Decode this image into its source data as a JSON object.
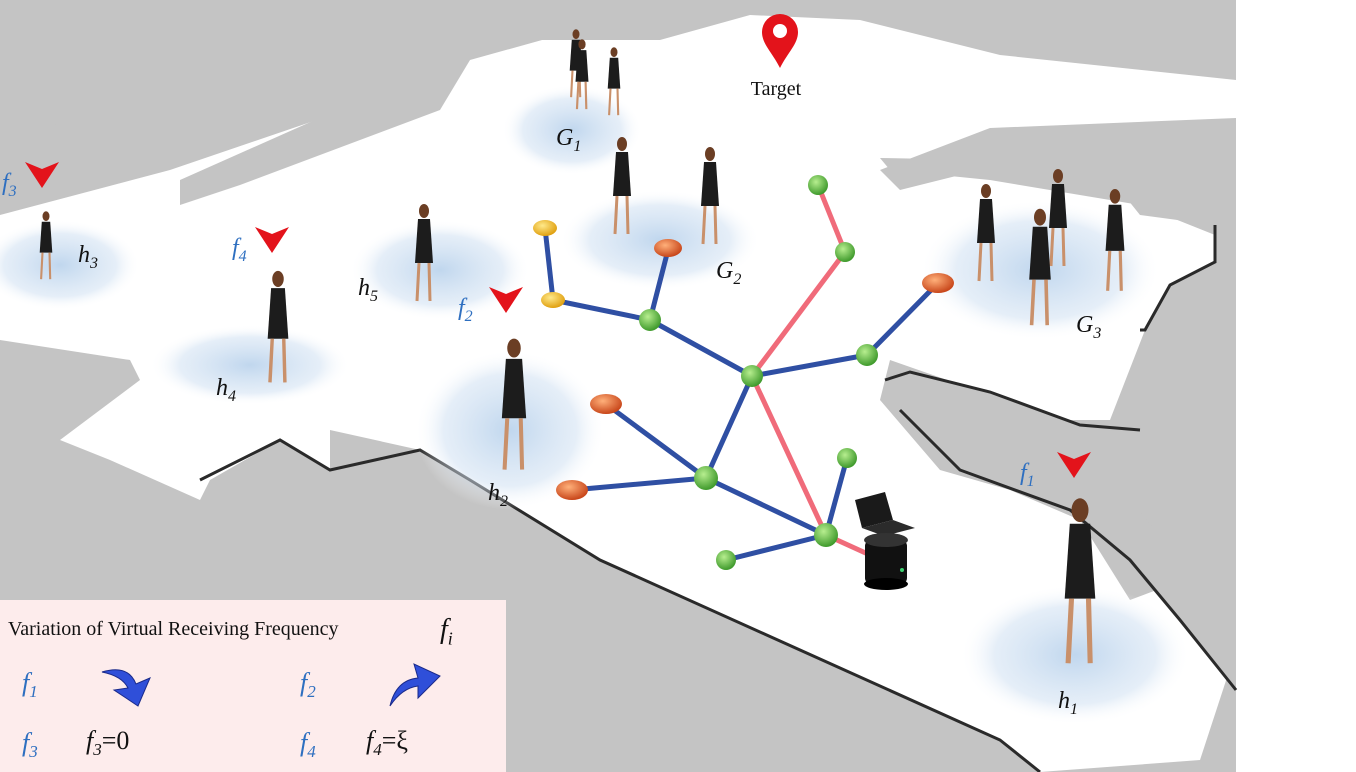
{
  "target": {
    "label": "Target"
  },
  "humans": [
    {
      "id": "h1",
      "base": "h",
      "sub": "1"
    },
    {
      "id": "h2",
      "base": "h",
      "sub": "2"
    },
    {
      "id": "h3",
      "base": "h",
      "sub": "3"
    },
    {
      "id": "h4",
      "base": "h",
      "sub": "4"
    },
    {
      "id": "h5",
      "base": "h",
      "sub": "5"
    }
  ],
  "groups": [
    {
      "id": "G1",
      "base": "G",
      "sub": "1"
    },
    {
      "id": "G2",
      "base": "G",
      "sub": "2"
    },
    {
      "id": "G3",
      "base": "G",
      "sub": "3"
    }
  ],
  "frequency_markers": [
    {
      "id": "f1",
      "base": "f",
      "sub": "1"
    },
    {
      "id": "f2",
      "base": "f",
      "sub": "2"
    },
    {
      "id": "f3",
      "base": "f",
      "sub": "3"
    },
    {
      "id": "f4",
      "base": "f",
      "sub": "4"
    }
  ],
  "legend": {
    "title": "Variation of Virtual Receiving Frequency",
    "title_symbol": "f",
    "title_symbol_sub": "i",
    "rows": [
      {
        "sym": "f",
        "sub": "1",
        "arrow": "curved-down-arrow-icon"
      },
      {
        "sym": "f",
        "sub": "2",
        "arrow": "curved-up-arrow-icon"
      },
      {
        "sym": "f",
        "sub": "3",
        "eq_sym": "f",
        "eq_sub": "3",
        "eq_rhs": "=0"
      },
      {
        "sym": "f",
        "sub": "4",
        "eq_sym": "f",
        "eq_sub": "4",
        "eq_rhs": "=ξ"
      }
    ]
  },
  "colors": {
    "obstacle": "#c4c4c4",
    "floor": "#ffffff",
    "tree_edge": "#2f4fa3",
    "path_edge": "#f06b7a",
    "node_green": "#6cc04a",
    "node_orange": "#e8692a",
    "node_yellow": "#f2c21b",
    "marker_red": "#e3131b",
    "freq_blue": "#2e6fc0",
    "legend_bg": "#fdecec",
    "arrow_blue": "#2f4fd9"
  }
}
